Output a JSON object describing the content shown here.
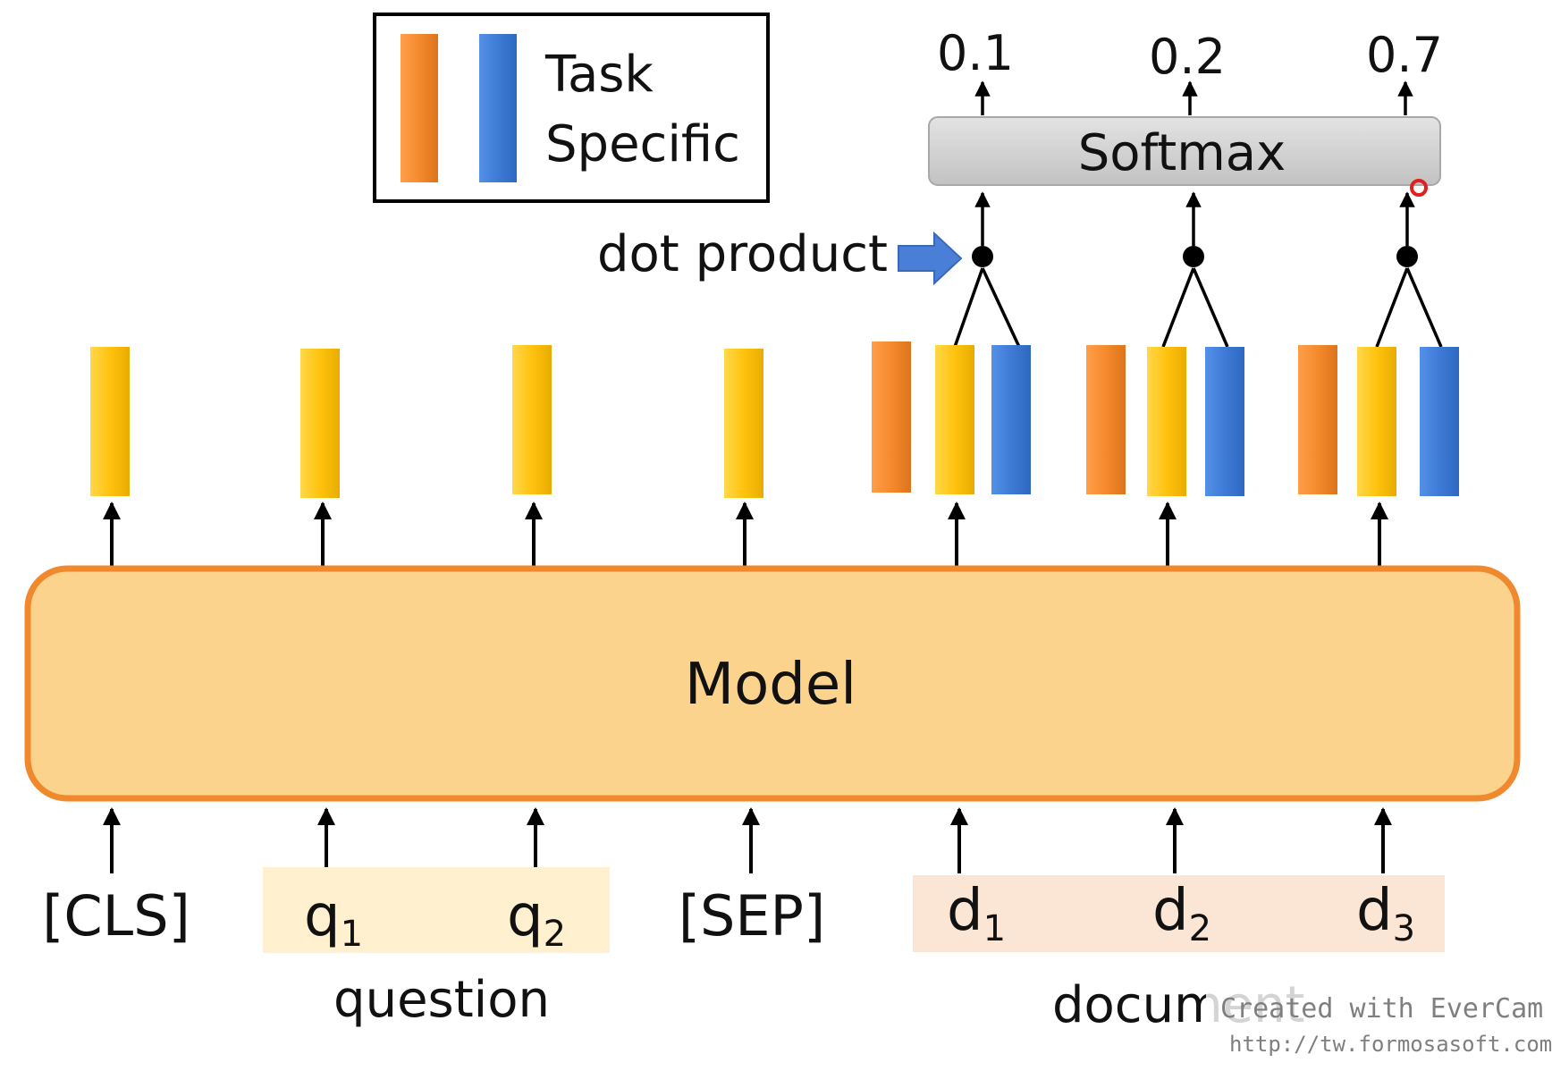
{
  "legend": {
    "line1": "Task",
    "line2": "Specific"
  },
  "softmax": {
    "label": "Softmax",
    "outputs": [
      "0.1",
      "0.2",
      "0.7"
    ]
  },
  "dot_product": {
    "label": "dot product"
  },
  "model": {
    "label": "Model"
  },
  "tokens": {
    "cls": "[CLS]",
    "sep": "[SEP]",
    "question": [
      {
        "base": "q",
        "sub": "1"
      },
      {
        "base": "q",
        "sub": "2"
      }
    ],
    "document": [
      {
        "base": "d",
        "sub": "1"
      },
      {
        "base": "d",
        "sub": "2"
      },
      {
        "base": "d",
        "sub": "3"
      }
    ]
  },
  "groups": {
    "question": "question",
    "document": "document"
  },
  "watermark": {
    "line1": "Created with EverCam",
    "line2": "http://tw.formosasoft.com"
  },
  "colors": {
    "yellow": "#FFC20E",
    "orange": "#F58A2C",
    "blue": "#3E7BD6",
    "model_fill": "#FBD38D",
    "model_border": "#F0892E",
    "question_bg": "#FFF1CF",
    "document_bg": "#FBE6D6",
    "softmax_fill": "#D2D2D2"
  }
}
